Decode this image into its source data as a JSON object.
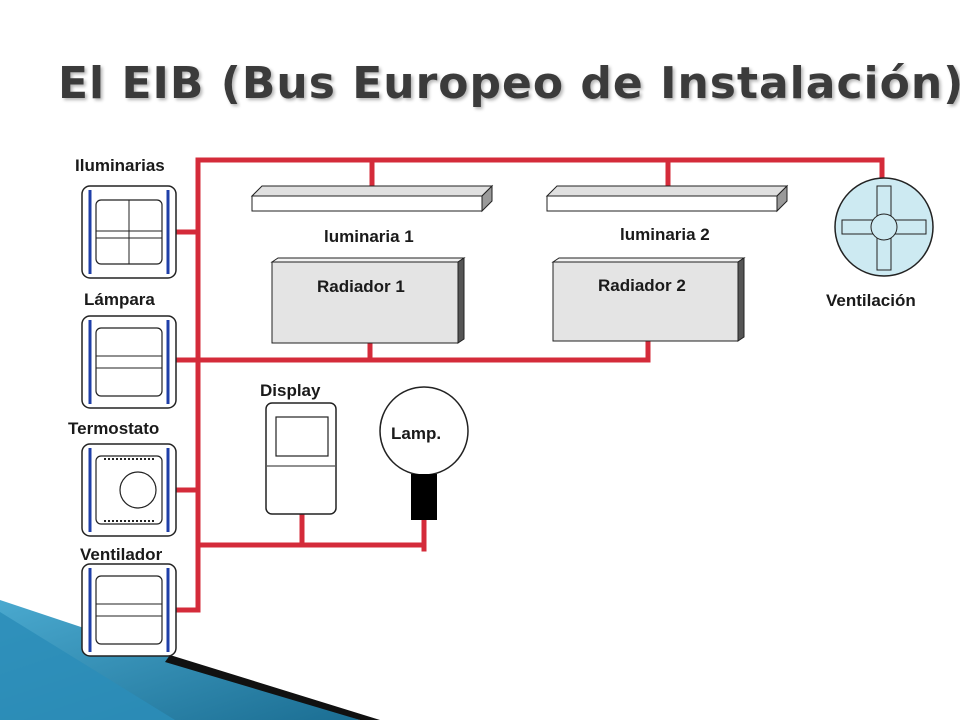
{
  "title": "El EIB (Bus Europeo de Instalación)",
  "labels": {
    "iluminarias": "Iluminarias",
    "lampara": "Lámpara",
    "termostato": "Termostato",
    "ventilador": "Ventilador",
    "iluminaria1": "luminaria 1",
    "iluminaria2": "luminaria 2",
    "radiador1": "Radiador 1",
    "radiador2": "Radiador 2",
    "ventilacion": "Ventilación",
    "display": "Display",
    "lamp": "Lamp."
  },
  "colors": {
    "bus": "#d42b3a",
    "switch_stripe": "#1f3fa8",
    "radiator_fill": "#e4e4e4",
    "fan_fill": "#cdeaf2",
    "title": "#3b3b3b",
    "corner_blue": "#2a7fa8"
  },
  "icons": [
    "fan-icon",
    "lamp-bulb-icon",
    "display-device-icon",
    "switch-panel-icon",
    "thermostat-icon"
  ]
}
